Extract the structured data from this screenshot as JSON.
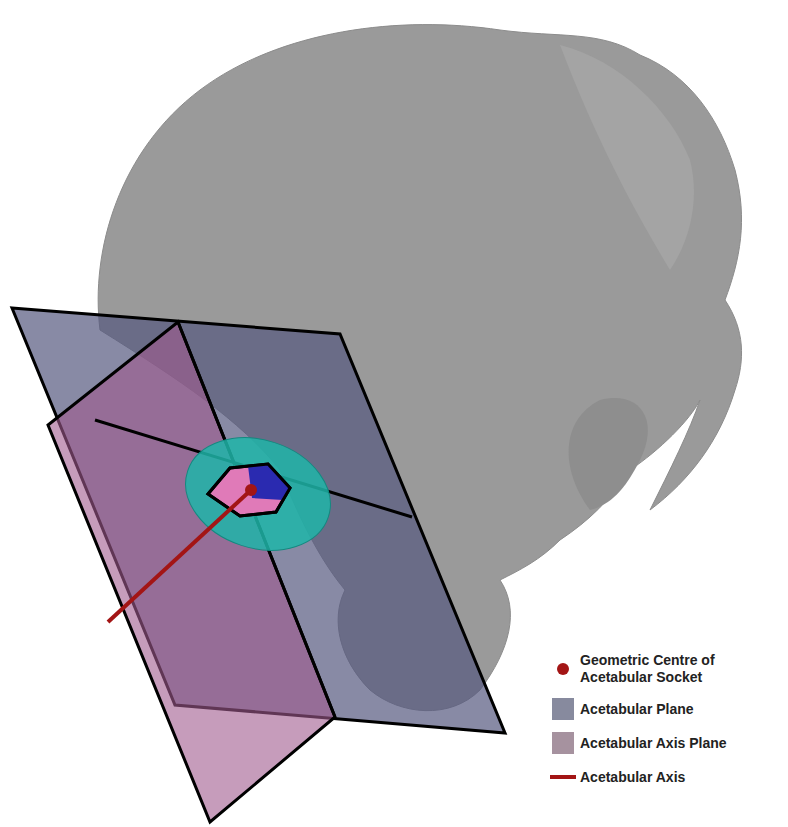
{
  "diagram": {
    "legend": [
      {
        "text": "Geometric Centre of Acetabular Socket"
      },
      {
        "text": "Acetabular Plane",
        "color": "#878a9e"
      },
      {
        "text": "Acetabular Axis Plane",
        "color": "#a6929f"
      },
      {
        "text": "Acetabular Axis"
      }
    ]
  }
}
